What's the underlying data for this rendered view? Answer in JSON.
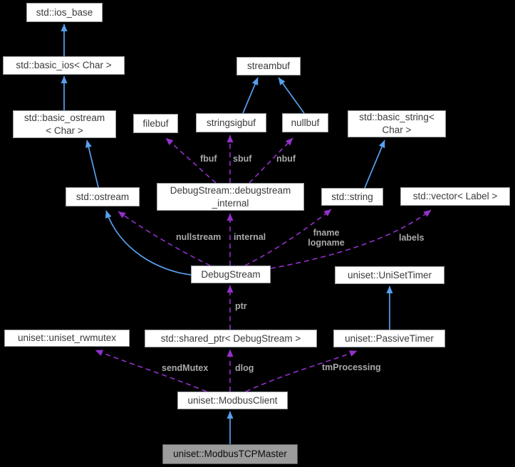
{
  "diagram": {
    "kind": "class-collaboration-diagram",
    "background": "#000000",
    "highlighted_node": "uniset::ModbusTCPMaster"
  },
  "colors": {
    "inheritance_edge": "#57a0ee",
    "usage_edge": "#9430cc",
    "edge_label_text": "#a9a9a9",
    "node_fill": "#ffffff",
    "node_border": "#989ea2",
    "node_text": "#3b3b3b",
    "highlight_node_fill": "#9c9c9c",
    "highlight_node_border": "#5e5e5e"
  },
  "nodes": {
    "ios_base": {
      "label": "std::ios_base"
    },
    "basic_ios": {
      "label": "std::basic_ios< Char >"
    },
    "basic_ostream": {
      "label": "std::basic_ostream\n< Char >"
    },
    "streambuf": {
      "label": "streambuf"
    },
    "filebuf": {
      "label": "filebuf"
    },
    "stringsigbuf": {
      "label": "stringsigbuf"
    },
    "nullbuf": {
      "label": "nullbuf"
    },
    "basic_string": {
      "label": "std::basic_string<\nChar >"
    },
    "ostream": {
      "label": "std::ostream"
    },
    "debugstream_internal": {
      "label": "DebugStream::debugstream\n_internal"
    },
    "std_string": {
      "label": "std::string"
    },
    "vector_label": {
      "label": "std::vector< Label >"
    },
    "debugstream": {
      "label": "DebugStream"
    },
    "unisettimer": {
      "label": "uniset::UniSetTimer"
    },
    "rwmutex": {
      "label": "uniset::uniset_rwmutex"
    },
    "shared_ptr": {
      "label": "std::shared_ptr< DebugStream >"
    },
    "passivetimer": {
      "label": "uniset::PassiveTimer"
    },
    "modbusclient": {
      "label": "uniset::ModbusClient"
    },
    "modbustcpmaster": {
      "label": "uniset::ModbusTCPMaster"
    }
  },
  "edge_labels": {
    "fbuf": "fbuf",
    "sbuf": "sbuf",
    "nbuf": "nbuf",
    "nullstream": "nullstream",
    "internal": "internal",
    "fname_logname": "fname\nlogname",
    "labels": "labels",
    "ptr": "ptr",
    "dlog": "dlog",
    "send_mutex": "sendMutex",
    "tm_processing": "tmProcessing"
  },
  "relationships": [
    {
      "from": "std::basic_ios< Char >",
      "to": "std::ios_base",
      "type": "inheritance"
    },
    {
      "from": "std::basic_ostream< Char >",
      "to": "std::basic_ios< Char >",
      "type": "inheritance"
    },
    {
      "from": "std::ostream",
      "to": "std::basic_ostream< Char >",
      "type": "inheritance"
    },
    {
      "from": "stringsigbuf",
      "to": "streambuf",
      "type": "inheritance"
    },
    {
      "from": "nullbuf",
      "to": "streambuf",
      "type": "inheritance"
    },
    {
      "from": "std::string",
      "to": "std::basic_string< Char >",
      "type": "inheritance"
    },
    {
      "from": "DebugStream",
      "to": "std::ostream",
      "type": "inheritance"
    },
    {
      "from": "uniset::PassiveTimer",
      "to": "uniset::UniSetTimer",
      "type": "inheritance"
    },
    {
      "from": "uniset::ModbusTCPMaster",
      "to": "uniset::ModbusClient",
      "type": "inheritance"
    },
    {
      "from": "DebugStream::debugstream_internal",
      "to": "filebuf",
      "type": "usage",
      "label": "fbuf"
    },
    {
      "from": "DebugStream::debugstream_internal",
      "to": "stringsigbuf",
      "type": "usage",
      "label": "sbuf"
    },
    {
      "from": "DebugStream::debugstream_internal",
      "to": "nullbuf",
      "type": "usage",
      "label": "nbuf"
    },
    {
      "from": "DebugStream",
      "to": "DebugStream::debugstream_internal",
      "type": "usage",
      "label": "internal"
    },
    {
      "from": "DebugStream",
      "to": "std::ostream",
      "type": "usage",
      "label": "nullstream"
    },
    {
      "from": "DebugStream",
      "to": "std::string",
      "type": "usage",
      "label": "fname\nlogname"
    },
    {
      "from": "DebugStream",
      "to": "std::vector< Label >",
      "type": "usage",
      "label": "labels"
    },
    {
      "from": "std::shared_ptr< DebugStream >",
      "to": "DebugStream",
      "type": "usage",
      "label": "ptr"
    },
    {
      "from": "uniset::ModbusClient",
      "to": "std::shared_ptr< DebugStream >",
      "type": "usage",
      "label": "dlog"
    },
    {
      "from": "uniset::ModbusClient",
      "to": "uniset::uniset_rwmutex",
      "type": "usage",
      "label": "sendMutex"
    },
    {
      "from": "uniset::ModbusClient",
      "to": "uniset::PassiveTimer",
      "type": "usage",
      "label": "tmProcessing"
    }
  ]
}
